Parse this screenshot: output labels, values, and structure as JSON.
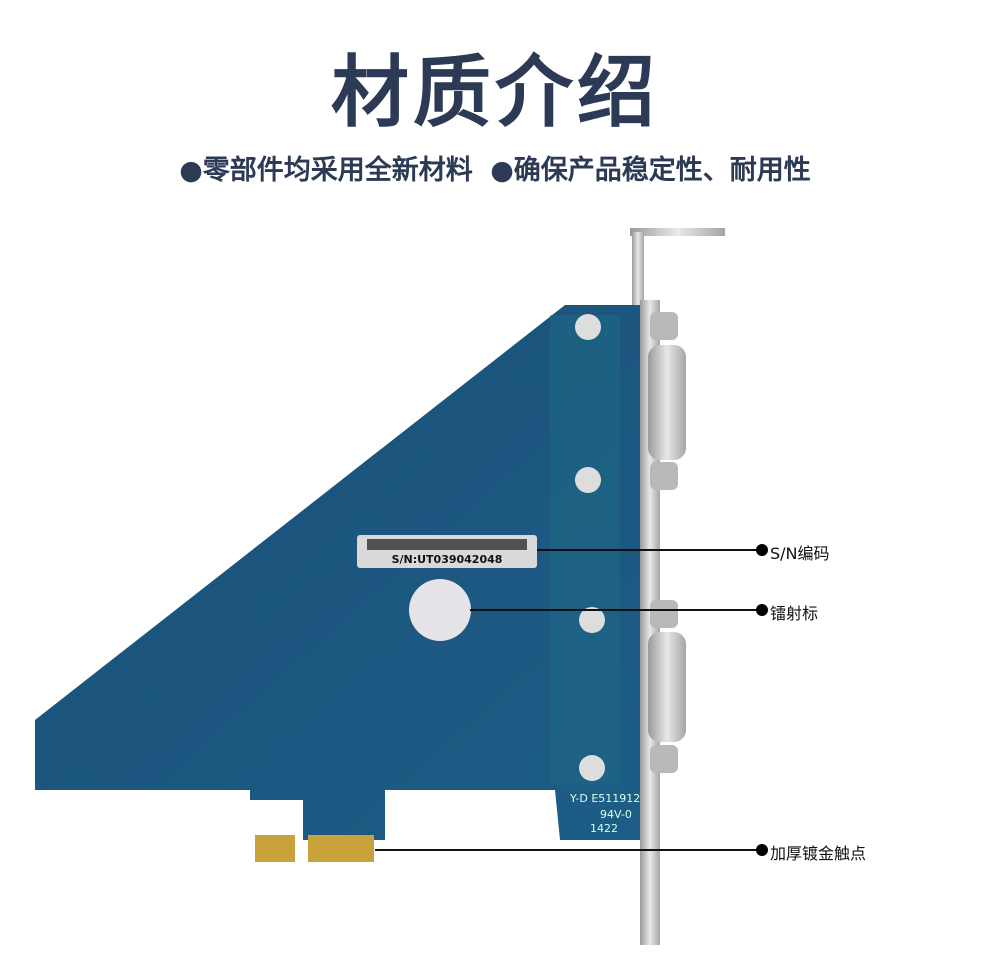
{
  "header": {
    "title": "材质介绍",
    "bullets": [
      "●零部件均采用全新材料",
      "●确保产品稳定性、耐用性"
    ]
  },
  "product": {
    "sn_label": "S/N:UT039042048",
    "pcb_marking": [
      "Y-D E511912",
      "94V-0",
      "1422"
    ]
  },
  "callouts": [
    {
      "label": "S/N编码"
    },
    {
      "label": "镭射标"
    },
    {
      "label": "加厚镀金触点"
    }
  ],
  "colors": {
    "title": "#2c3a55",
    "pcb": "#1f5a84",
    "gold": "#c9a23c"
  }
}
